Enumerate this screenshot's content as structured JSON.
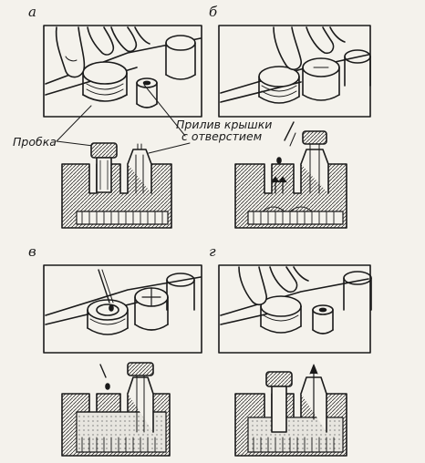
{
  "panels": {
    "a": "а",
    "b": "б",
    "v": "в",
    "g": "г"
  },
  "labels": {
    "plug": "Пробка",
    "lid_boss_line1": "Прилив крышки",
    "lid_boss_line2": "с отверстием"
  },
  "colors": {
    "ink": "#1a1a1a",
    "paper": "#f4f2ec",
    "electrolyte": "#c9c7c0"
  }
}
